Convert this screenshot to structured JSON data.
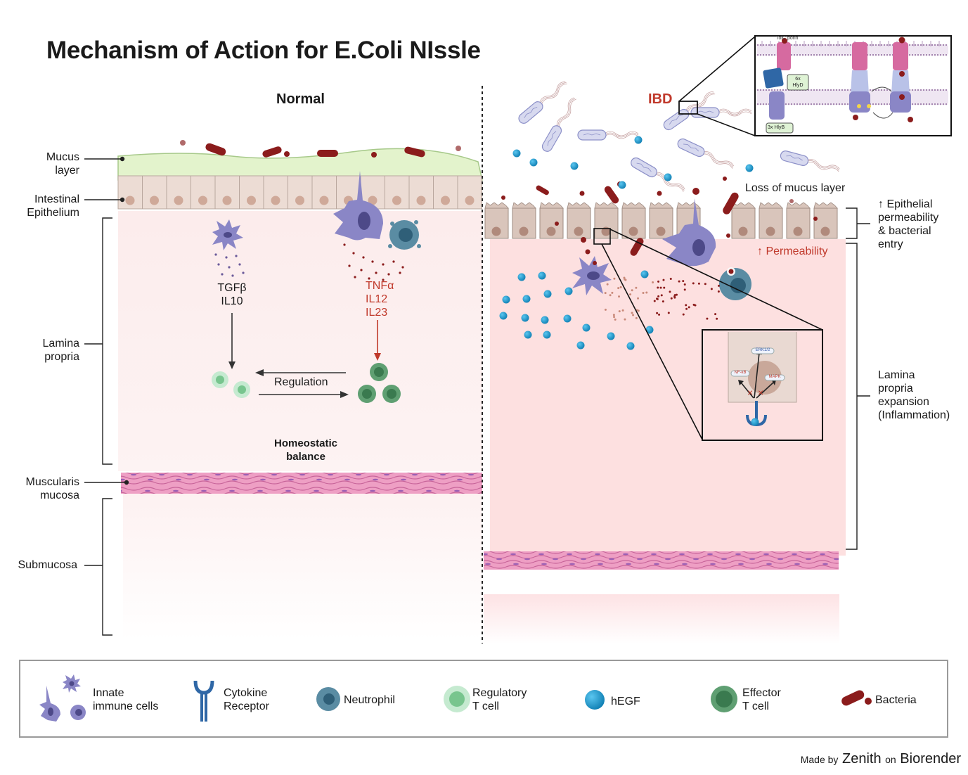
{
  "title": "Mechanism of Action for E.Coli NIssle",
  "panels": {
    "normal": "Normal",
    "ibd": "IBD"
  },
  "left_labels": {
    "mucus": "Mucus\nlayer",
    "epithelium": "Intestinal\nEpithelium",
    "lamina": "Lamina\npropria",
    "muscularis": "Muscularis\nmucosa",
    "submucosa": "Submucosa"
  },
  "normal": {
    "anti_cytokines": "TGFβ\nIL10",
    "pro_cytokines": "TNFα\nIL12\nIL23",
    "regulation": "Regulation",
    "balance": "Homeostatic\nbalance"
  },
  "ibd": {
    "loss_mucus": "Loss of mucus layer",
    "permeability": "↑ Permeability",
    "epithelial_note": "↑ Epithelial\npermeability\n& bacterial\nentry",
    "lamina_note": "Lamina\npropria\nexpansion\n(Inflammation)"
  },
  "inset_secretion": {
    "porin": "TolC porin",
    "hlyd": "6x\nHlyD",
    "hlyb": "3x HlyB"
  },
  "inset_signaling": {
    "erk": "ERK1/2",
    "nfkb": "NF-kB",
    "mapk": "MAPK"
  },
  "legend": {
    "innate": "Innate\nimmune cells",
    "receptor": "Cytokine\nReceptor",
    "neutrophil": "Neutrophil",
    "treg": "Regulatory\nT cell",
    "hegf": "hEGF",
    "effector": "Effector\nT cell",
    "bacteria": "Bacteria"
  },
  "footer": {
    "made_by": "Made by",
    "author": "Zenith",
    "on": "on",
    "platform": "Biorender"
  },
  "colors": {
    "mucus": "#e3f3cc",
    "epithelium": "#e9d9d2",
    "lamina_normal": "#fdeeee",
    "lamina_ibd": "#fde0e0",
    "muscle": "#e59ac0",
    "innate": "#8a86c6",
    "neutrophil": "#3f7f98",
    "treg": "#a9dcb4",
    "effector": "#4c8f62",
    "hegf": "#1d9bd1",
    "bacteria": "#8b1c1c",
    "accent_red": "#c0392b"
  }
}
